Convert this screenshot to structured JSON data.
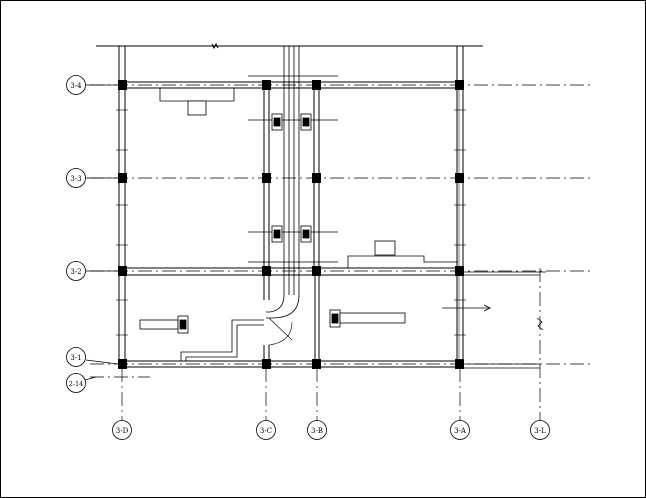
{
  "drawing": {
    "row_grid_labels": [
      "3-4",
      "3-3",
      "3-2",
      "3-1",
      "2-14"
    ],
    "column_grid_labels": [
      "3-D",
      "3-C",
      "3-B",
      "3-A",
      "3-L"
    ],
    "line_color": "#000000",
    "background": "#ffffff"
  }
}
